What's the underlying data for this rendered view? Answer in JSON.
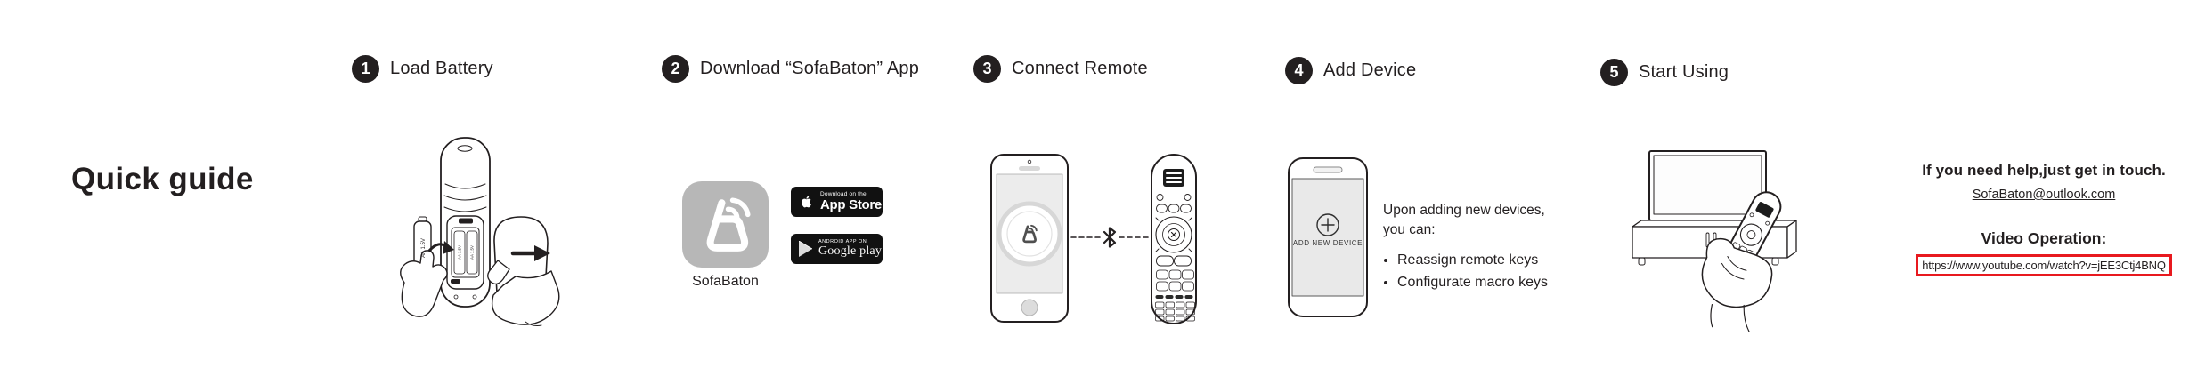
{
  "page": {
    "title": "Quick guide"
  },
  "steps": [
    {
      "number": "1",
      "label": "Load Battery"
    },
    {
      "number": "2",
      "label": "Download “SofaBaton” App"
    },
    {
      "number": "3",
      "label": "Connect Remote"
    },
    {
      "number": "4",
      "label": "Add Device"
    },
    {
      "number": "5",
      "label": "Start Using"
    }
  ],
  "step1": {
    "battery_label": "AA 1.5V"
  },
  "step2": {
    "app_name": "SofaBaton",
    "app_store_badge": {
      "line1": "Download on the",
      "line2": "App Store"
    },
    "google_play_badge": {
      "line1": "ANDROID APP ON",
      "line2": "Google play"
    }
  },
  "step4": {
    "phone_button_label": "ADD NEW DEVICE",
    "intro_line1": "Upon adding new devices,",
    "intro_line2": "you can:",
    "notes": [
      "Reassign remote keys",
      "Configurate macro keys"
    ]
  },
  "help": {
    "title": "If you need help,just get in touch.",
    "email": "SofaBaton@outlook.com",
    "video_title": "Video Operation:",
    "video_url": "https://www.youtube.com/watch?v=jEE3Ctj4BNQ"
  },
  "icons": {
    "apple": "apple-logo",
    "google_play": "play-triangle",
    "bluetooth": "bluetooth-rune",
    "add_device": "plus-circle",
    "sofabaton": "sofabaton-b-logo"
  },
  "colors": {
    "ink": "#231f20",
    "app_icon_gray": "#b7b7b7",
    "badge_black": "#111111",
    "screen_gray": "#e9e9e9",
    "url_box_red": "#e8191f"
  }
}
